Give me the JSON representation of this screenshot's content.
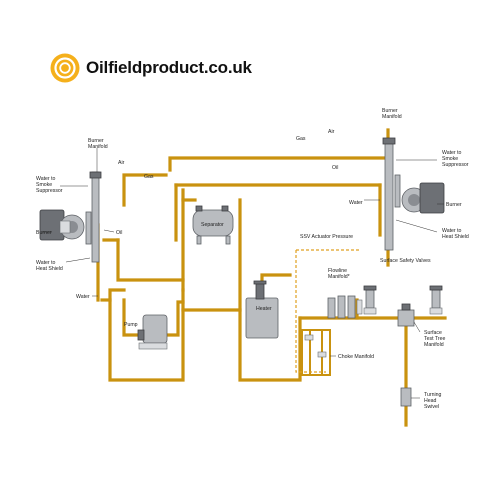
{
  "brand": {
    "name": "Oilfieldproduct.co.uk",
    "icon": "target-circle-icon",
    "accent": "#f5b01b"
  },
  "colors": {
    "pipe": "#c9920f",
    "steel": "#b9bcc0"
  },
  "labels": {
    "burner_manifold_left": [
      "Burner",
      "Manifold"
    ],
    "air_left": "Air",
    "gas_left": "Gas",
    "water_smoke_left": [
      "Water to",
      "Smoke",
      "Suppressor"
    ],
    "burner_left": "Burner",
    "oil_left": "Oil",
    "water_heat_shield_left": [
      "Water to",
      "Heat Shield"
    ],
    "water_left": "Water",
    "separator": "Separator",
    "pump": "Pump",
    "heater": "Heater",
    "ssv_actuator_pressure": "SSV Actuator Pressure",
    "flowline_manifold": [
      "Flowline",
      "Manifold*"
    ],
    "surface_safety_valves": "Surface Safety Valves",
    "choke_manifold": "Choke Manifold",
    "surface_test_tree_manifold": [
      "Surface",
      "Test Tree",
      "Manifold"
    ],
    "turning_head_swivel": [
      "Turning",
      "Head",
      "Swivel"
    ],
    "burner_manifold_right": [
      "Burner",
      "Manifold"
    ],
    "air_right": "Air",
    "gas_right": "Gas",
    "oil_right": "Oil",
    "water_right": "Water",
    "water_smoke_right": [
      "Water to",
      "Smoke",
      "Suppressor"
    ],
    "burner_right": "Burner",
    "water_heat_shield_right": [
      "Water to",
      "Heat Shield"
    ]
  }
}
